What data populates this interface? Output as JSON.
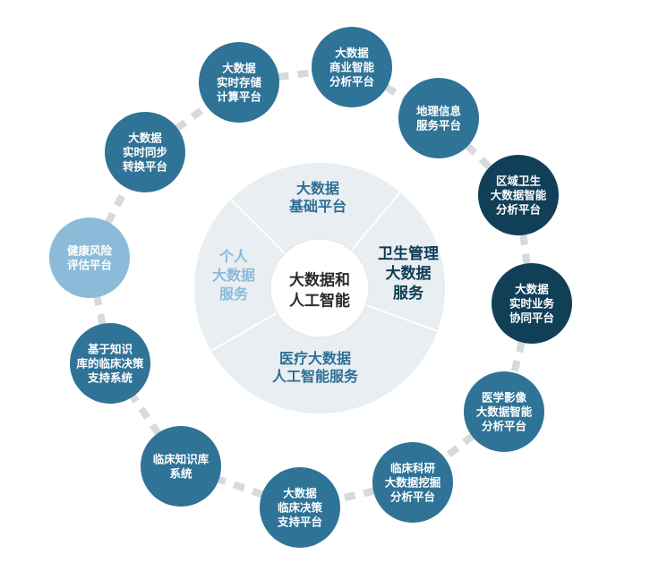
{
  "center": {
    "lines": [
      "大数据和",
      "人工智能"
    ]
  },
  "sectors": [
    {
      "id": "basic-platform",
      "lines": [
        "大数据",
        "基础平台"
      ],
      "color": "#2d6f93"
    },
    {
      "id": "health-management",
      "lines": [
        "卫生管理",
        "大数据",
        "服务"
      ],
      "color": "#0f3b55"
    },
    {
      "id": "medical-ai",
      "lines": [
        "医疗大数据",
        "人工智能服务"
      ],
      "color": "#2d6f93"
    },
    {
      "id": "personal-service",
      "lines": [
        "个人",
        "大数据",
        "服务"
      ],
      "color": "#8bbbd8"
    }
  ],
  "nodes": [
    {
      "id": "bi-analysis",
      "lines": [
        "大数据",
        "商业智能",
        "分析平台"
      ],
      "color": "#2f7397"
    },
    {
      "id": "gis-service",
      "lines": [
        "地理信息",
        "服务平台"
      ],
      "color": "#2f7397"
    },
    {
      "id": "regional-health",
      "lines": [
        "区域卫生",
        "大数据智能",
        "分析平台"
      ],
      "color": "#123f58"
    },
    {
      "id": "realtime-collab",
      "lines": [
        "大数据",
        "实时业务",
        "协同平台"
      ],
      "color": "#123f58"
    },
    {
      "id": "imaging-analysis",
      "lines": [
        "医学影像",
        "大数据智能",
        "分析平台"
      ],
      "color": "#2f7397"
    },
    {
      "id": "clinical-mining",
      "lines": [
        "临床科研",
        "大数据挖掘",
        "分析平台"
      ],
      "color": "#2f7397"
    },
    {
      "id": "clinical-decision",
      "lines": [
        "大数据",
        "临床决策",
        "支持平台"
      ],
      "color": "#2f7397"
    },
    {
      "id": "clinical-kb",
      "lines": [
        "临床知识库",
        "系统"
      ],
      "color": "#2f7397"
    },
    {
      "id": "kb-decision-support",
      "lines": [
        "基于知识",
        "库的临床决策",
        "支持系统"
      ],
      "color": "#2f7397"
    },
    {
      "id": "health-risk",
      "lines": [
        "健康风险",
        "评估平台"
      ],
      "color": "#8bbbd8"
    },
    {
      "id": "realtime-sync",
      "lines": [
        "大数据",
        "实时同步",
        "转换平台"
      ],
      "color": "#2f7397"
    },
    {
      "id": "realtime-storage",
      "lines": [
        "大数据",
        "实时存储",
        "计算平台"
      ],
      "color": "#2f7397"
    }
  ],
  "colors": {
    "ring_connector": "#d6dadd",
    "outer_disk": "#e8eef2",
    "divider": "#ffffff",
    "center_fill": "#ffffff",
    "center_text": "#2b2b2b",
    "node_text": "#ffffff"
  }
}
